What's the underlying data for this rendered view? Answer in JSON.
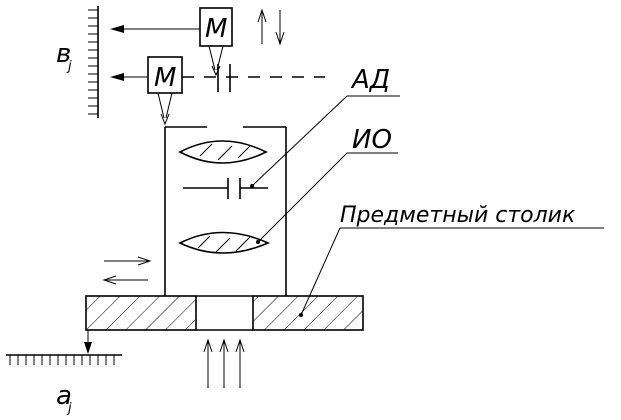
{
  "labels": {
    "b_label": "в",
    "b_subscript": "j",
    "a_label": "a",
    "a_subscript": "j",
    "motor_top": "M",
    "motor_left": "M",
    "ad_label": "АД",
    "io_label": "ИО",
    "table_label": "Предметный столик"
  },
  "colors": {
    "ink": "#000000",
    "background": "#ffffff"
  }
}
